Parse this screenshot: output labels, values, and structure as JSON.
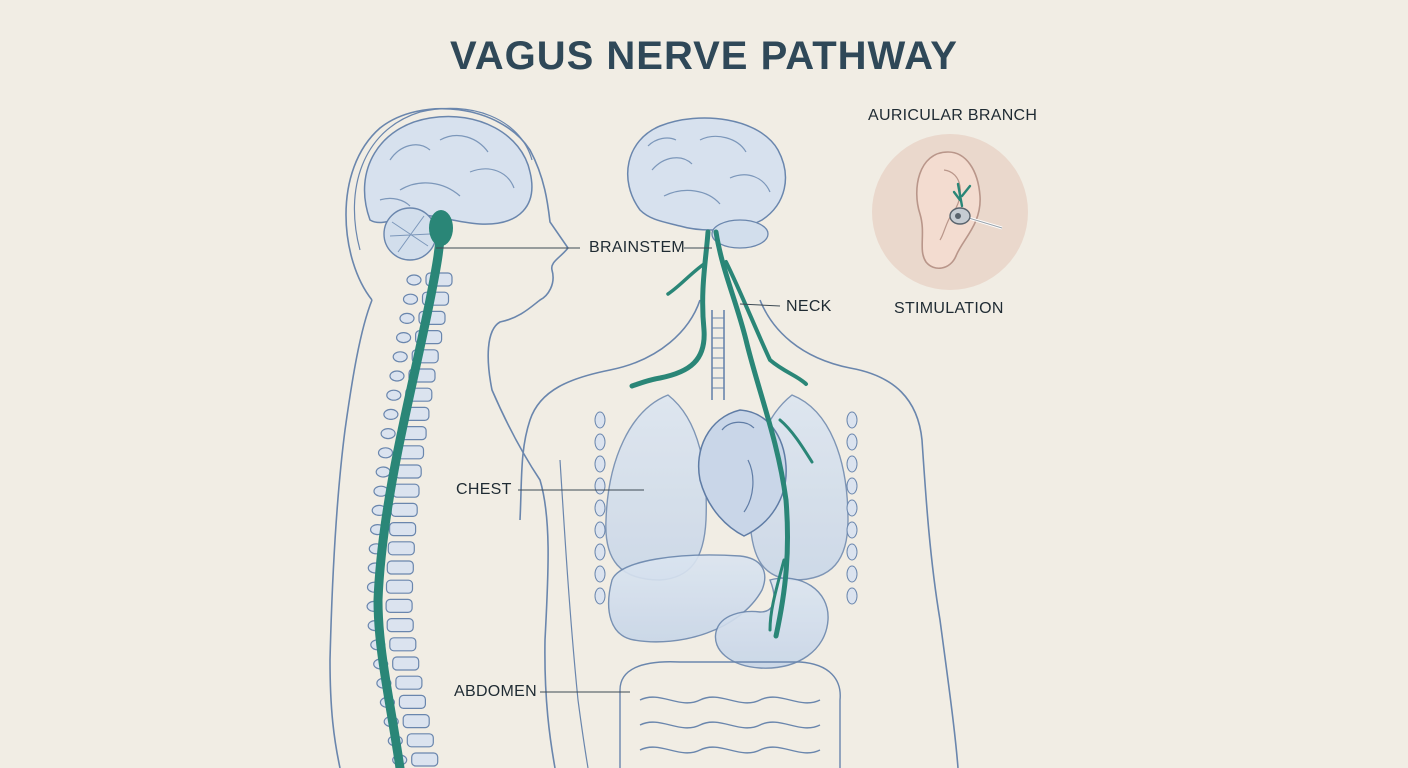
{
  "title": "VAGUS NERVE PATHWAY",
  "labels": {
    "brainstem": "BRAINSTEM",
    "neck": "NECK",
    "chest": "CHEST",
    "abdomen": "ABDOMEN",
    "auricular_branch": "AURICULAR BRANCH",
    "stimulation": "STIMULATION"
  },
  "colors": {
    "background": "#f1ede4",
    "nerve": "#2a8677",
    "outline": "#6a86ad",
    "organ_fill": "#cfdcec",
    "title": "#2f4858",
    "ear_disc": "#ead8cc"
  },
  "icons": {
    "stimulator": "ear-stimulator-icon"
  }
}
